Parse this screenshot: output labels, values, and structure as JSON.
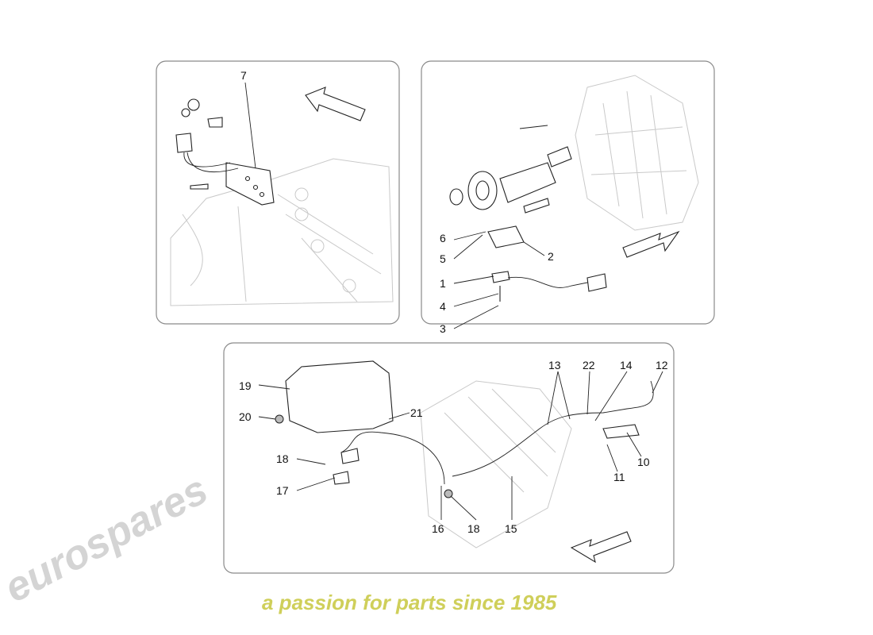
{
  "watermark": {
    "brand": "eurospares",
    "tagline": "a passion for parts since 1985"
  },
  "panels": {
    "top_left": {
      "labels": [
        "7"
      ]
    },
    "top_right": {
      "labels": [
        "6",
        "5",
        "2",
        "1",
        "4",
        "3"
      ]
    },
    "bottom": {
      "labels": [
        "19",
        "20",
        "21",
        "18",
        "17",
        "16",
        "18",
        "15",
        "13",
        "22",
        "14",
        "12",
        "10",
        "11"
      ]
    }
  },
  "colors": {
    "border": "#8a8a8a",
    "watermark_grey": "#e6e6e6",
    "watermark_yellow": "#f0f0a0"
  }
}
